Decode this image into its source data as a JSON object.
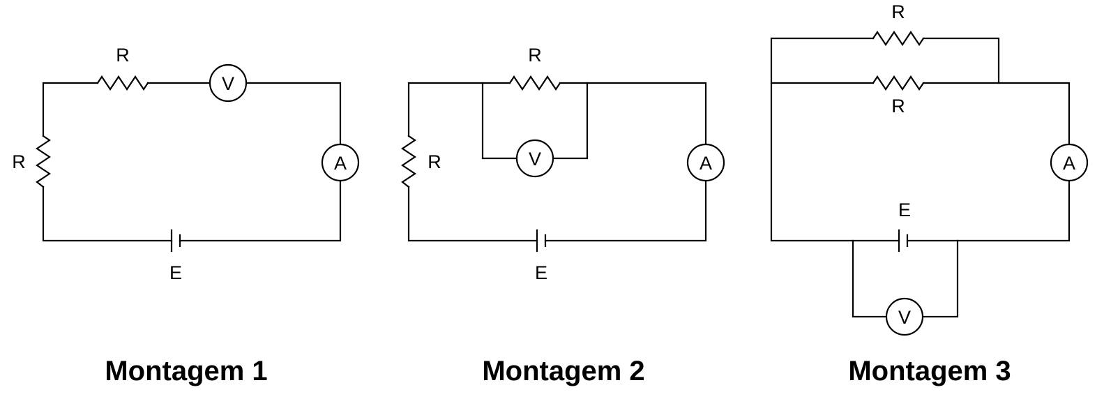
{
  "labels": {
    "resistor": "R",
    "voltmeter": "V",
    "ammeter": "A",
    "battery": "E"
  },
  "titles": {
    "m1": "Montagem 1",
    "m2": "Montagem 2",
    "m3": "Montagem 3"
  }
}
